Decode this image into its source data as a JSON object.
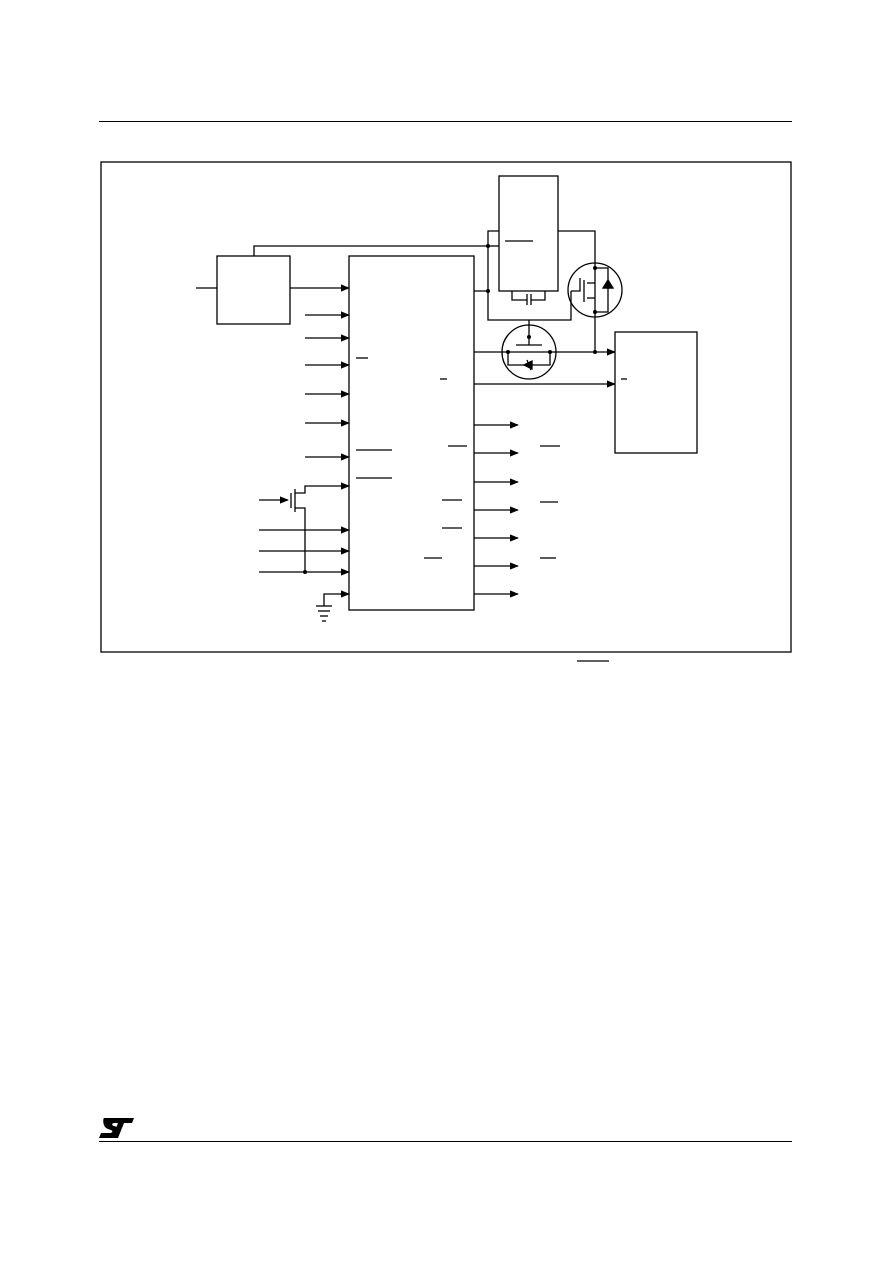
{
  "page": {
    "header_rule": "top-horizontal-rule",
    "footer_rule": "bottom-horizontal-rule"
  },
  "diagram": {
    "figure_border": "figure-frame",
    "blocks": [
      "input-block",
      "main-ic-block",
      "top-ic-block",
      "right-ic-block"
    ],
    "left_inputs": 7,
    "lower_left_inputs": 5,
    "right_outputs": 7,
    "mosfet_symbols": 2
  },
  "logo": {
    "name": "st-logo-icon"
  }
}
